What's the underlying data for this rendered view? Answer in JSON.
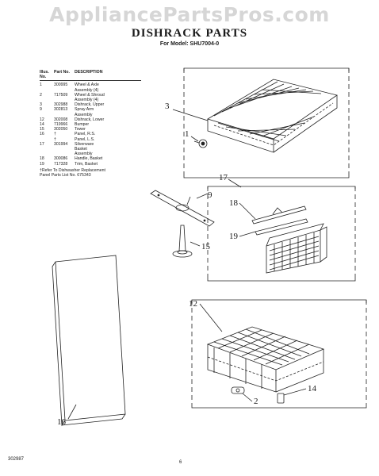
{
  "watermark": "AppliancePartsPros.com",
  "title": "DISHRACK PARTS",
  "model_line": "For Model: SHU7004-0",
  "table": {
    "headers": {
      "illus": "Illus. No.",
      "part": "Part No.",
      "desc": "DESCRIPTION"
    },
    "rows": [
      {
        "illus": "1",
        "part": "300995",
        "desc": "Wheel & Axle"
      },
      {
        "illus": "",
        "part": "",
        "desc": "Assembly (4)"
      },
      {
        "illus": "2",
        "part": "717509",
        "desc": "Wheel & Shroud"
      },
      {
        "illus": "",
        "part": "",
        "desc": "Assembly (4)"
      },
      {
        "illus": "3",
        "part": "302988",
        "desc": "Dishrack, Upper"
      },
      {
        "illus": "9",
        "part": "302813",
        "desc": "Spray Arm"
      },
      {
        "illus": "",
        "part": "",
        "desc": "Assembly"
      },
      {
        "illus": "12",
        "part": "302008",
        "desc": "Dishrack, Lower"
      },
      {
        "illus": "14",
        "part": "719966",
        "desc": "Bumper"
      },
      {
        "illus": "15",
        "part": "302050",
        "desc": "Tower"
      },
      {
        "illus": "16",
        "part": "†",
        "desc": "Panel, R.S."
      },
      {
        "illus": "",
        "part": "†",
        "desc": "Panel, L.S."
      },
      {
        "illus": "17",
        "part": "301994",
        "desc": "Silverware"
      },
      {
        "illus": "",
        "part": "",
        "desc": "Basket"
      },
      {
        "illus": "",
        "part": "",
        "desc": "Assembly"
      },
      {
        "illus": "18",
        "part": "300086",
        "desc": "Handle, Basket"
      },
      {
        "illus": "19",
        "part": "717328",
        "desc": "Trim, Basket"
      }
    ],
    "note_1": "†Refer To Dishwasher Replacement",
    "note_2": "Panel Parts List No. 675343"
  },
  "callouts": {
    "c1": "1",
    "c2": "2",
    "c3": "3",
    "c9": "9",
    "c12": "12",
    "c14": "14",
    "c15": "15",
    "c16": "16",
    "c17": "17",
    "c18": "18",
    "c19": "19"
  },
  "footer": {
    "code": "302987",
    "page": "6"
  }
}
